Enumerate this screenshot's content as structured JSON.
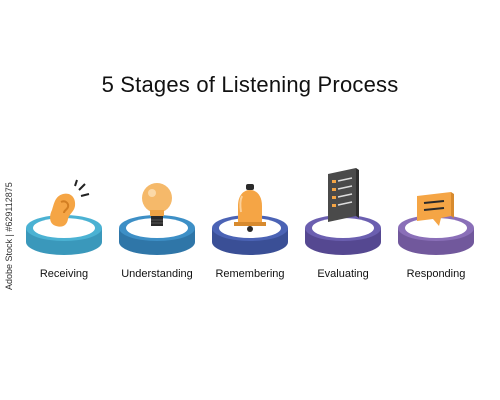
{
  "title": "5 Stages of Listening Process",
  "stages": [
    {
      "label": "Receiving",
      "icon": "ear-icon",
      "color": "#4bb2d3"
    },
    {
      "label": "Understanding",
      "icon": "lightbulb-icon",
      "color": "#3d8fc6"
    },
    {
      "label": "Remembering",
      "icon": "bell-icon",
      "color": "#4b63b5"
    },
    {
      "label": "Evaluating",
      "icon": "checklist-icon",
      "color": "#6b5fb0"
    },
    {
      "label": "Responding",
      "icon": "speech-bubble-icon",
      "color": "#8a6fb8"
    }
  ],
  "accent_icon_color": "#f5a545",
  "watermark": "Adobe Stock | #629112875"
}
